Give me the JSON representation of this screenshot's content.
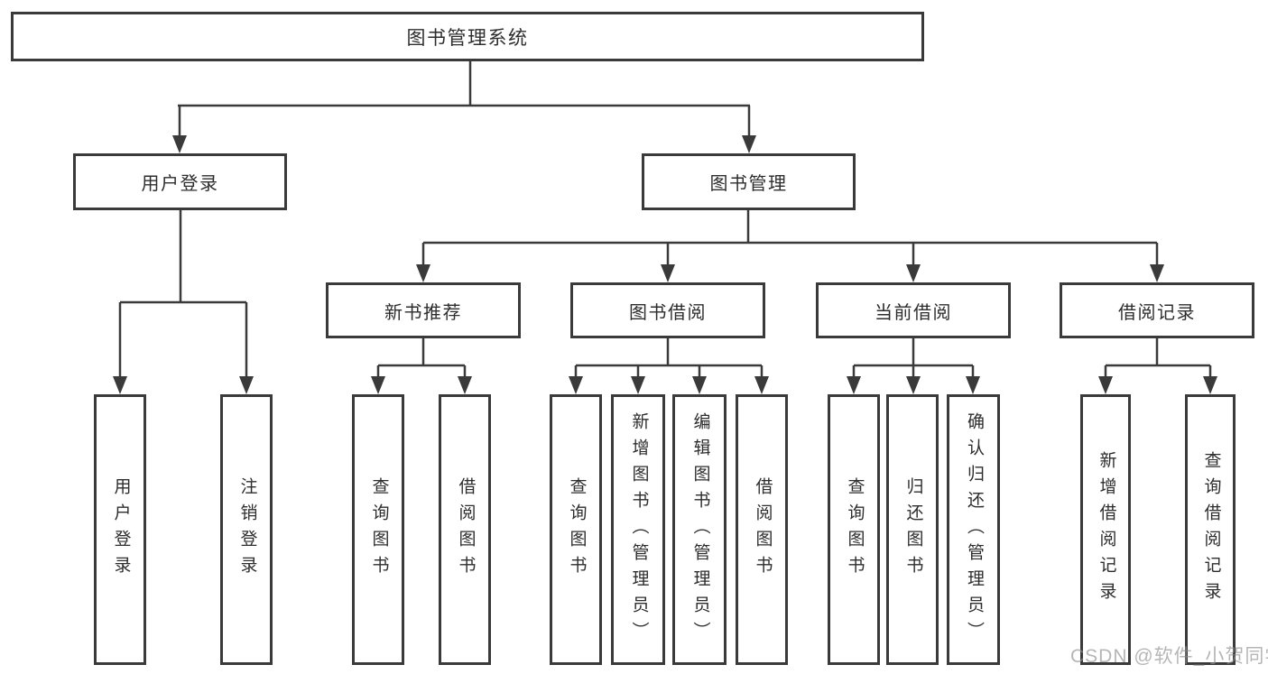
{
  "title": "图书管理系统",
  "tree": {
    "label": "图书管理系统",
    "children": [
      {
        "label": "用户登录",
        "children": [
          {
            "label": "用户登录"
          },
          {
            "label": "注销登录"
          }
        ]
      },
      {
        "label": "图书管理",
        "children": [
          {
            "label": "新书推荐",
            "children": [
              {
                "label": "查询图书"
              },
              {
                "label": "借阅图书"
              }
            ]
          },
          {
            "label": "图书借阅",
            "children": [
              {
                "label": "查询图书"
              },
              {
                "label": "新增图书（管理员）"
              },
              {
                "label": "编辑图书（管理员）"
              },
              {
                "label": "借阅图书"
              }
            ]
          },
          {
            "label": "当前借阅",
            "children": [
              {
                "label": "查询图书"
              },
              {
                "label": "归还图书"
              },
              {
                "label": "确认归还（管理员）"
              }
            ]
          },
          {
            "label": "借阅记录",
            "children": [
              {
                "label": "新增借阅记录"
              },
              {
                "label": "查询借阅记录"
              }
            ]
          }
        ]
      }
    ]
  },
  "watermark": "CSDN @软件_小贺同学",
  "colors": {
    "line": "#3a3a3a",
    "box_border": "#3a3a3a",
    "text": "#2d2d2d",
    "watermark": "#949494",
    "background": "#ffffff"
  }
}
